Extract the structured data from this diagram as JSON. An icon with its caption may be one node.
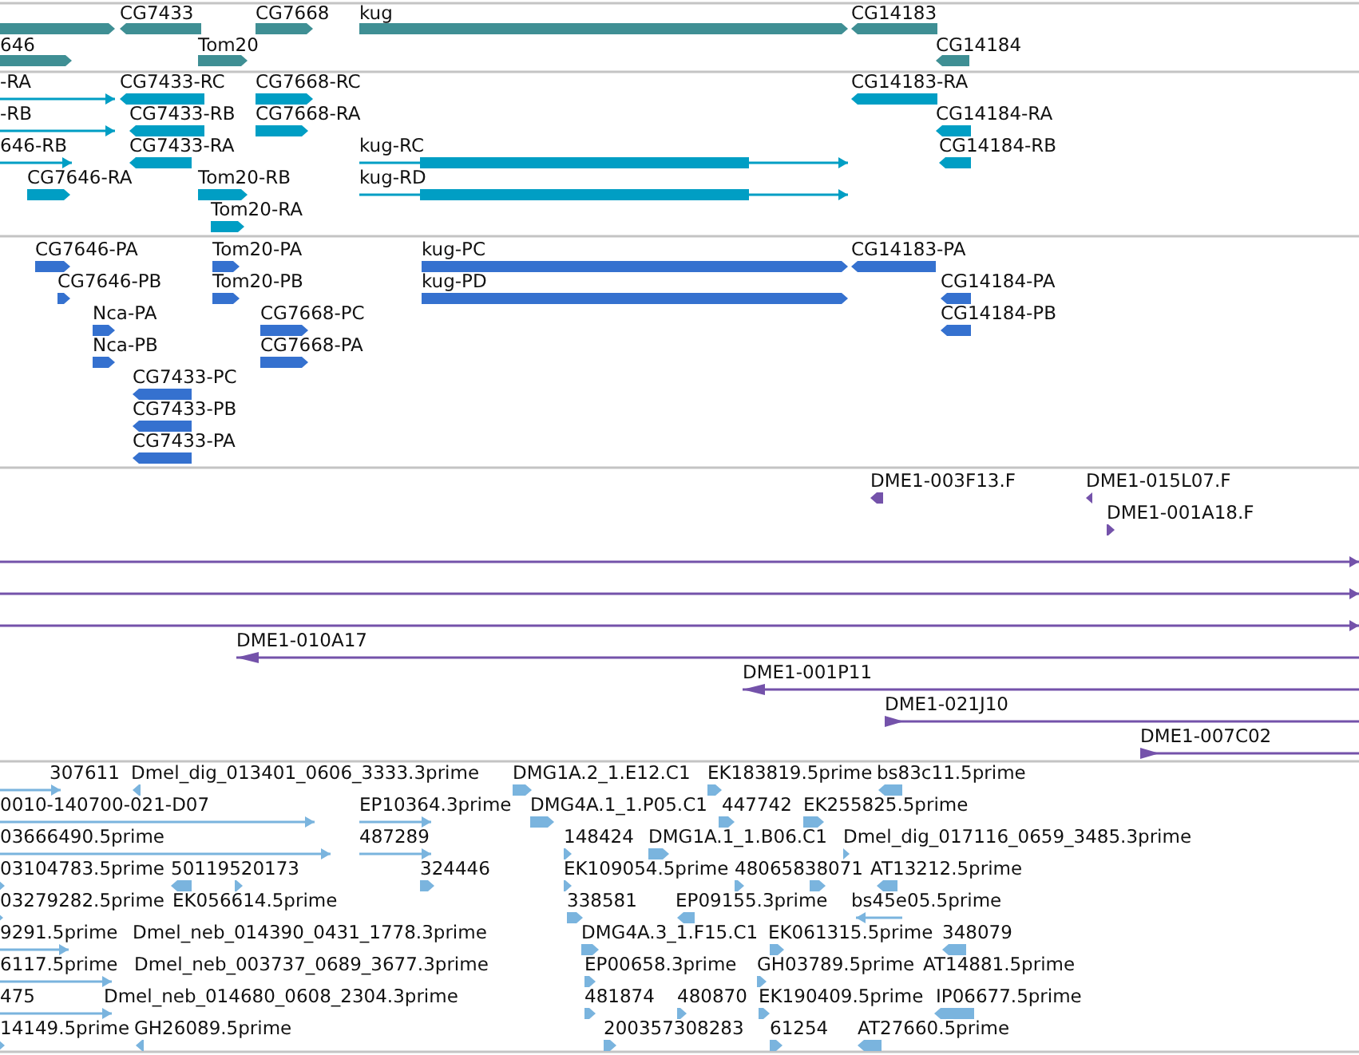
{
  "diagram": {
    "labels": [
      "CG7433",
      "CG7668",
      "kug",
      "CG14183",
      "646",
      "Tom20",
      "CG14184",
      "-RA",
      "CG7433-RC",
      "CG7668-RC",
      "CG14183-RA",
      "-RB",
      "CG7433-RB",
      "CG7668-RA",
      "CG14184-RA",
      "646-RB",
      "CG7433-RA",
      "kug-RC",
      "CG14184-RB",
      "CG7646-RA",
      "Tom20-RB",
      "kug-RD",
      "Tom20-RA",
      "CG7646-PA",
      "Tom20-PA",
      "kug-PC",
      "CG14183-PA",
      "CG7646-PB",
      "Tom20-PB",
      "kug-PD",
      "CG14184-PA",
      "Nca-PA",
      "CG7668-PC",
      "CG14184-PB",
      "Nca-PB",
      "CG7668-PA",
      "CG7433-PC",
      "CG7433-PB",
      "CG7433-PA",
      "DME1-003F13.F",
      "DME1-015L07.F",
      "DME1-001A18.F",
      "DME1-010A17",
      "DME1-001P11",
      "DME1-021J10",
      "DME1-007C02",
      "307611",
      "Dmel_dig_013401_0606_3333.3prime",
      "DMG1A.2_1.E12.C1",
      "EK183819.5prime",
      "bs83c11.5prime",
      "0010-140700-021-D07",
      "EP10364.3prime",
      "DMG4A.1_1.P05.C1",
      "447742",
      "EK255825.5prime",
      "03666490.5prime",
      "487289",
      "148424",
      "DMG1A.1_1.B06.C1",
      "Dmel_dig_017116_0659_3485.3prime",
      "03104783.5prime",
      "50119520173",
      "324446",
      "EK109054.5prime",
      "48065838071",
      "AT13212.5prime",
      "03279282.5prime",
      "EK056614.5prime",
      "338581",
      "EP09155.3prime",
      "bs45e05.5prime",
      "9291.5prime",
      "Dmel_neb_014390_0431_1778.3prime",
      "DMG4A.3_1.F15.C1",
      "EK061315.5prime",
      "348079",
      "6117.5prime",
      "Dmel_neb_003737_0689_3677.3prime",
      "EP00658.3prime",
      "GH03789.5prime",
      "AT14881.5prime",
      "475",
      "Dmel_neb_014680_0608_2304.3prime",
      "481874",
      "480870",
      "EK190409.5prime",
      "IP06677.5prime",
      "14149.5prime",
      "GH26089.5prime",
      "200357308283",
      "61254",
      "AT27660.5prime"
    ]
  }
}
